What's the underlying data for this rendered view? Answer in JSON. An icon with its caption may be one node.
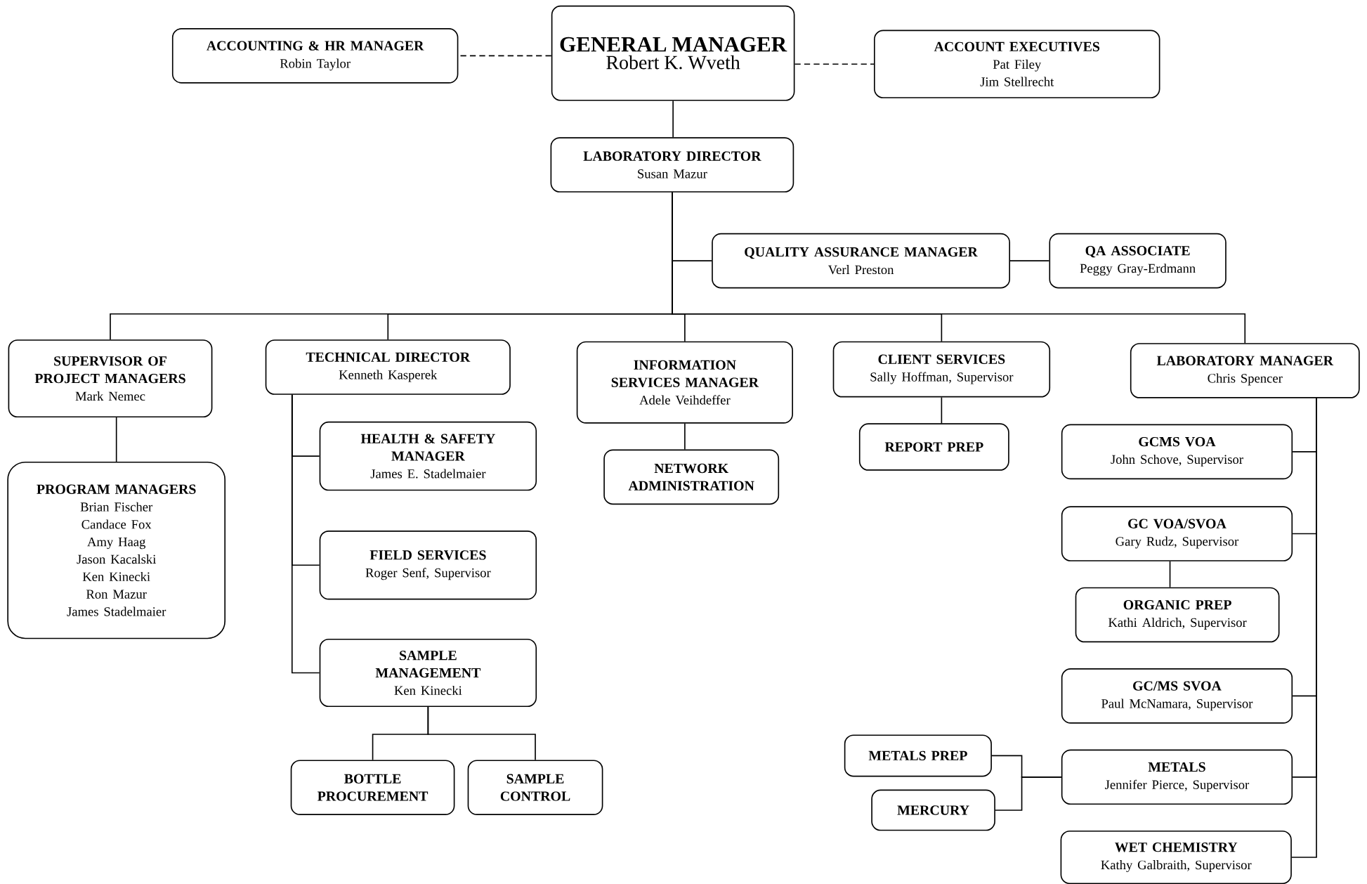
{
  "diagram": {
    "nodes": [
      {
        "text": [
          "GENERAL MANAGER",
          "Robert K. Wveth"
        ]
      },
      {
        "text": [
          "ACCOUNTING & HR MANAGER",
          "Robin Taylor"
        ]
      },
      {
        "text": [
          "ACCOUNT EXECUTIVES",
          "Pat Filey",
          "Jim Stellrecht"
        ]
      },
      {
        "text": [
          "LABORATORY DIRECTOR",
          "Susan Mazur"
        ]
      },
      {
        "text": [
          "QUALITY ASSURANCE MANAGER",
          "Verl Preston"
        ]
      },
      {
        "text": [
          "QA ASSOCIATE",
          "Peggy Gray-Erdmann"
        ]
      },
      {
        "text": [
          "SUPERVISOR OF PROJECT MANAGERS",
          "Mark Nemec"
        ]
      },
      {
        "text": [
          "PROGRAM MANAGERS",
          "Brian Fischer",
          "Candace Fox",
          "Amy Haag",
          "Jason Kacalski",
          "Ken Kinecki",
          "Ron Mazur",
          "James Stadelmaier"
        ]
      },
      {
        "text": [
          "TECHNICAL DIRECTOR",
          "Kenneth Kasperek"
        ]
      },
      {
        "text": [
          "HEALTH & SAFETY MANAGER",
          "James E. Stadelmaier"
        ]
      },
      {
        "text": [
          "FIELD SERVICES",
          "Roger Senf, Supervisor"
        ]
      },
      {
        "text": [
          "SAMPLE MANAGEMENT",
          "Ken Kinecki"
        ]
      },
      {
        "text": [
          "BOTTLE PROCUREMENT"
        ]
      },
      {
        "text": [
          "SAMPLE CONTROL"
        ]
      },
      {
        "text": [
          "INFORMATION SERVICES MANAGER",
          "Adele Veihdeffer"
        ]
      },
      {
        "text": [
          "NETWORK ADMINISTRATION"
        ]
      },
      {
        "text": [
          "CLIENT SERVICES",
          "Sally Hoffman, Supervisor"
        ]
      },
      {
        "text": [
          "REPORT PREP"
        ]
      },
      {
        "text": [
          "LABORATORY MANAGER",
          "Chris Spencer"
        ]
      },
      {
        "text": [
          "GCMS VOA",
          "John Schove, Supervisor"
        ]
      },
      {
        "text": [
          "GC VOA/SVOA",
          "Gary Rudz, Supervisor"
        ]
      },
      {
        "text": [
          "ORGANIC PREP",
          "Kathi Aldrich, Supervisor"
        ]
      },
      {
        "text": [
          "GC/MS SVOA",
          "Paul McNamara, Supervisor"
        ]
      },
      {
        "text": [
          "METALS PREP"
        ]
      },
      {
        "text": [
          "MERCURY"
        ]
      },
      {
        "text": [
          "METALS",
          "Jennifer Pierce, Supervisor"
        ]
      },
      {
        "text": [
          "WET CHEMISTRY",
          "Kathy Galbraith, Supervisor"
        ]
      }
    ],
    "edges": [
      {
        "from": 0,
        "to": 1,
        "arrow": "none",
        "style": "dashed"
      },
      {
        "from": 0,
        "to": 2,
        "arrow": "none",
        "style": "dashed"
      },
      {
        "from": 0,
        "to": 3,
        "arrow": "none"
      },
      {
        "from": 3,
        "to": 4,
        "arrow": "none"
      },
      {
        "from": 4,
        "to": 5,
        "arrow": "none"
      },
      {
        "from": 3,
        "to": 6,
        "arrow": "none"
      },
      {
        "from": 3,
        "to": 8,
        "arrow": "none"
      },
      {
        "from": 3,
        "to": 14,
        "arrow": "none"
      },
      {
        "from": 3,
        "to": 16,
        "arrow": "none"
      },
      {
        "from": 3,
        "to": 18,
        "arrow": "none"
      },
      {
        "from": 6,
        "to": 7,
        "arrow": "none"
      },
      {
        "from": 8,
        "to": 9,
        "arrow": "none"
      },
      {
        "from": 8,
        "to": 10,
        "arrow": "none"
      },
      {
        "from": 8,
        "to": 11,
        "arrow": "none"
      },
      {
        "from": 11,
        "to": 12,
        "arrow": "none"
      },
      {
        "from": 11,
        "to": 13,
        "arrow": "none"
      },
      {
        "from": 14,
        "to": 15,
        "arrow": "none"
      },
      {
        "from": 16,
        "to": 17,
        "arrow": "none"
      },
      {
        "from": 18,
        "to": 19,
        "arrow": "none"
      },
      {
        "from": 18,
        "to": 20,
        "arrow": "none"
      },
      {
        "from": 20,
        "to": 21,
        "arrow": "none"
      },
      {
        "from": 18,
        "to": 22,
        "arrow": "none"
      },
      {
        "from": 18,
        "to": 25,
        "arrow": "none"
      },
      {
        "from": 25,
        "to": 23,
        "arrow": "none"
      },
      {
        "from": 25,
        "to": 24,
        "arrow": "none"
      },
      {
        "from": 18,
        "to": 26,
        "arrow": "none"
      }
    ]
  }
}
